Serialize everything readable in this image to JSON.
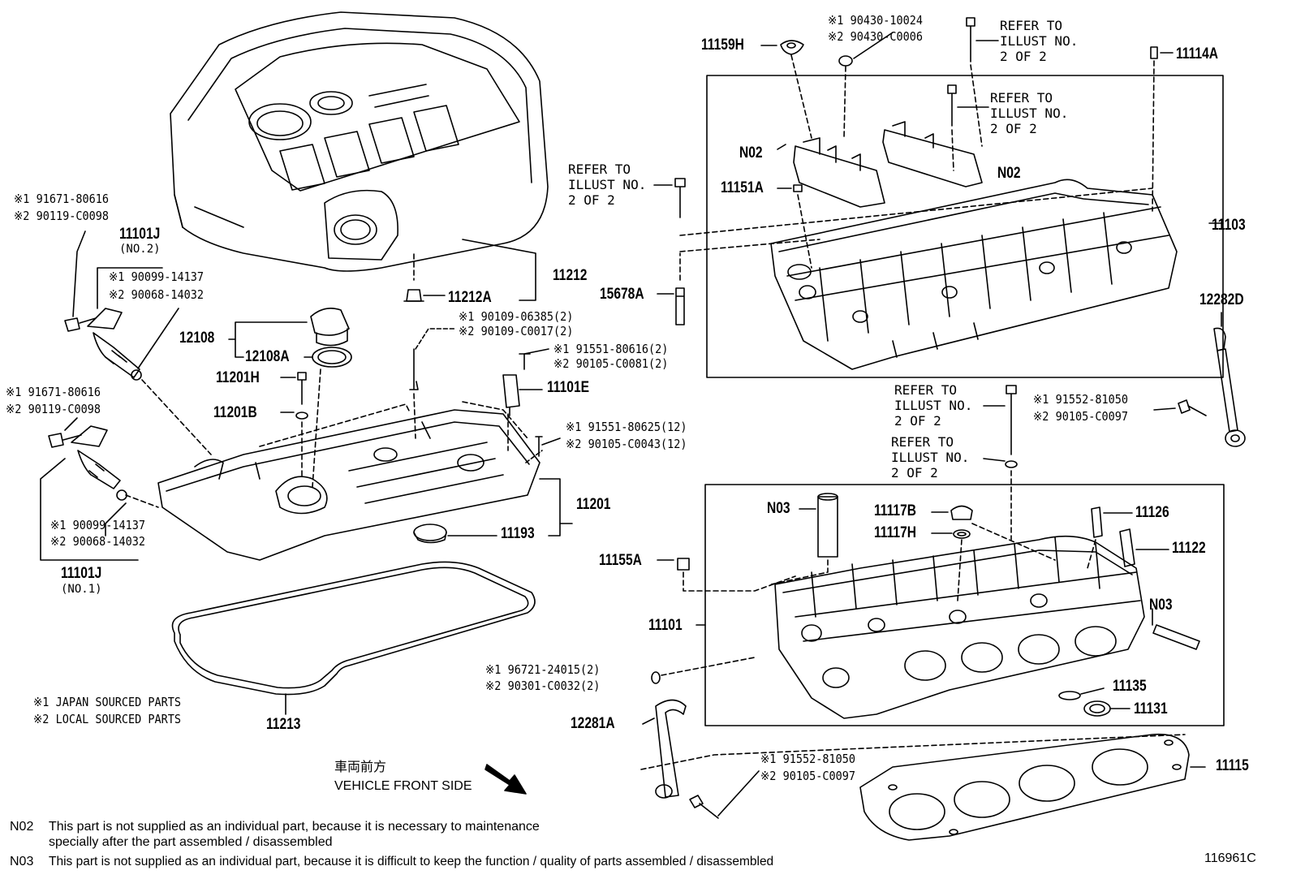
{
  "figure_id": "116961C",
  "legend": {
    "japan": "※1  JAPAN SOURCED PARTS",
    "local": "※2  LOCAL SOURCED PARTS"
  },
  "vehicle_front": {
    "jp": "車両前方",
    "en": "VEHICLE FRONT SIDE"
  },
  "notes": {
    "n02_code": "N02",
    "n02_line1": "This part is not supplied as an individual part, because it is necessary to maintenance",
    "n02_line2": "specially after the part assembled / disassembled",
    "n03_code": "N03",
    "n03_line1": "This part is not supplied as an individual part, because it is difficult to keep the function / quality of parts  assembled / disassembled"
  },
  "refer": {
    "a": "REFER TO\nILLUST NO.\n2 OF 2",
    "b": "REFER TO\nILLUST NO.\n2 OF 2",
    "c": "REFER TO\nILLUST NO.\n2 OF 2",
    "d": "REFER TO\nILLUST NO.\n2 OF 2",
    "e": "REFER TO\nILLUST NO.\n2 OF 2"
  },
  "parts": {
    "p11212": "11212",
    "p11212A": "11212A",
    "p12108": "12108",
    "p12108A": "12108A",
    "p11201H": "11201H",
    "p11201B": "11201B",
    "p11201": "11201",
    "p11193": "11193",
    "p11213": "11213",
    "p11101E": "11101E",
    "p11101J_a": "11101J",
    "p11101J_a_sub": "(NO.2)",
    "p11101J_b": "11101J",
    "p11101J_b_sub": "(NO.1)",
    "p11159H": "11159H",
    "p11114A": "11114A",
    "pN02a": "N02",
    "pN02b": "N02",
    "p11151A": "11151A",
    "p11103": "11103",
    "p15678A": "15678A",
    "p12282D": "12282D",
    "pN03a": "N03",
    "p11117B": "11117B",
    "p11117H": "11117H",
    "p11126": "11126",
    "p11122": "11122",
    "p11155A": "11155A",
    "p11101": "11101",
    "pN03b": "N03",
    "p11135": "11135",
    "p11131": "11131",
    "p12281A": "12281A",
    "p11115": "11115"
  },
  "codes": {
    "vs_j1": "※1 91671-80616",
    "vs_j2": "※2 90119-C0098",
    "vs_k1": "※1 91671-80616",
    "vs_k2": "※2 90119-C0098",
    "or_a1": "※1 90099-14137",
    "or_a2": "※2 90068-14032",
    "or_b1": "※1 90099-14137",
    "or_b2": "※2 90068-14032",
    "st1": "※1 90109-06385(2)",
    "st2": "※2 90109-C0017(2)",
    "bs1": "※1 91551-80616(2)",
    "bs2": "※2 90105-C0081(2)",
    "bc1": "※1 91551-80625(12)",
    "bc2": "※2 90105-C0043(12)",
    "sw1": "※1 90430-10024",
    "sw2": "※2 90430-C0006",
    "hd1": "※1 91552-81050",
    "hd2": "※2 90105-C0097",
    "hb1": "※1 91552-81050",
    "hb2": "※2 90105-C0097",
    "pl1": "※1 96721-24015(2)",
    "pl2": "※2 90301-C0032(2)"
  }
}
